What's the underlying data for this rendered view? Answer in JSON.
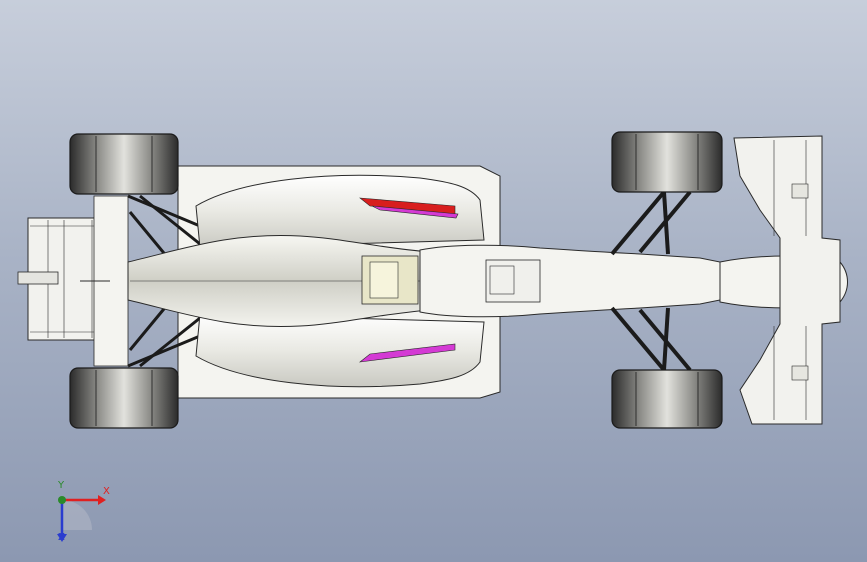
{
  "viewport": {
    "background_top": "#c7cedb",
    "background_bottom": "#8c98b1"
  },
  "model": {
    "body_color": "#f4f4f0",
    "outline_color": "#2a2a2a",
    "tire_color": "#3a3a3a",
    "tire_highlight": "#d9d9d4",
    "suspension_color": "#1b1b1b",
    "accent_red": "#d81e1e",
    "accent_magenta": "#d43ad4",
    "mechanism_color": "#e8e6c8"
  },
  "triad": {
    "x_label": "X",
    "y_label": "Y",
    "z_label": "Z",
    "x_color": "#e02020",
    "y_color": "#2a8a2a",
    "z_color": "#2a3ccf"
  }
}
